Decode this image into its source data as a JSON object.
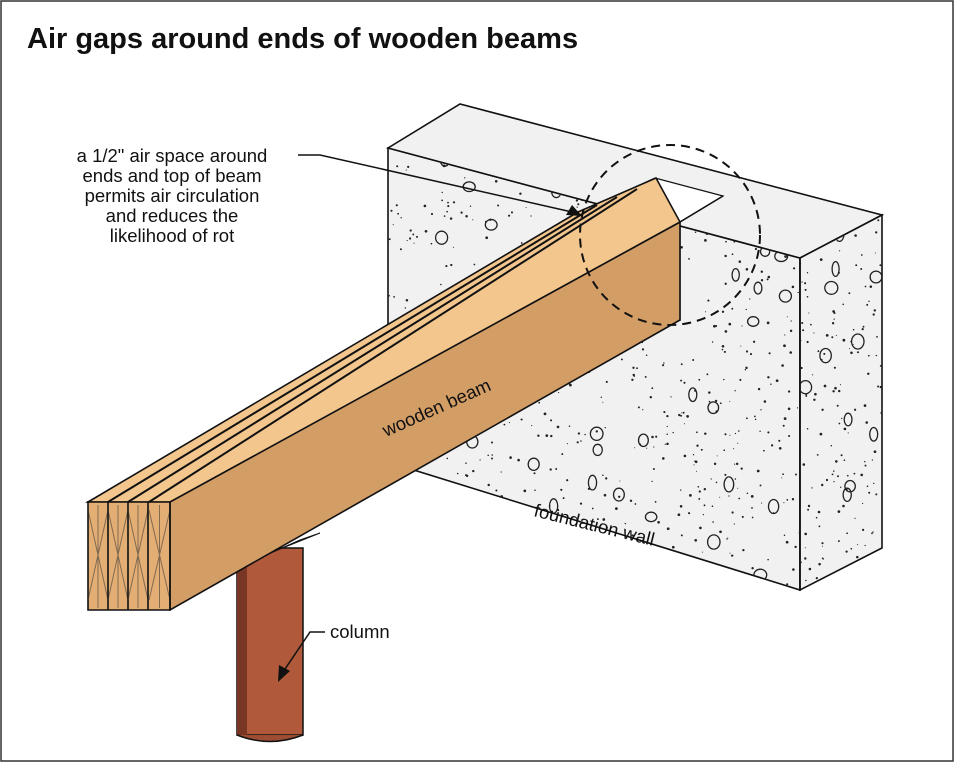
{
  "title": "Air gaps around ends of wooden beams",
  "callouts": {
    "air_space": [
      "a 1/2\" air space around",
      "ends and top of beam",
      "permits air circulation",
      "and reduces the",
      "likelihood of rot"
    ],
    "beam": "wooden beam",
    "wall": "foundation wall",
    "column": "column"
  },
  "colors": {
    "beam_top": "#f3c68e",
    "beam_side": "#d39d66",
    "beam_end": "#e2ae74",
    "column": "#b05a3b",
    "column_dark": "#7a3624",
    "concrete": "#f1f1f1",
    "outline": "#111111"
  }
}
